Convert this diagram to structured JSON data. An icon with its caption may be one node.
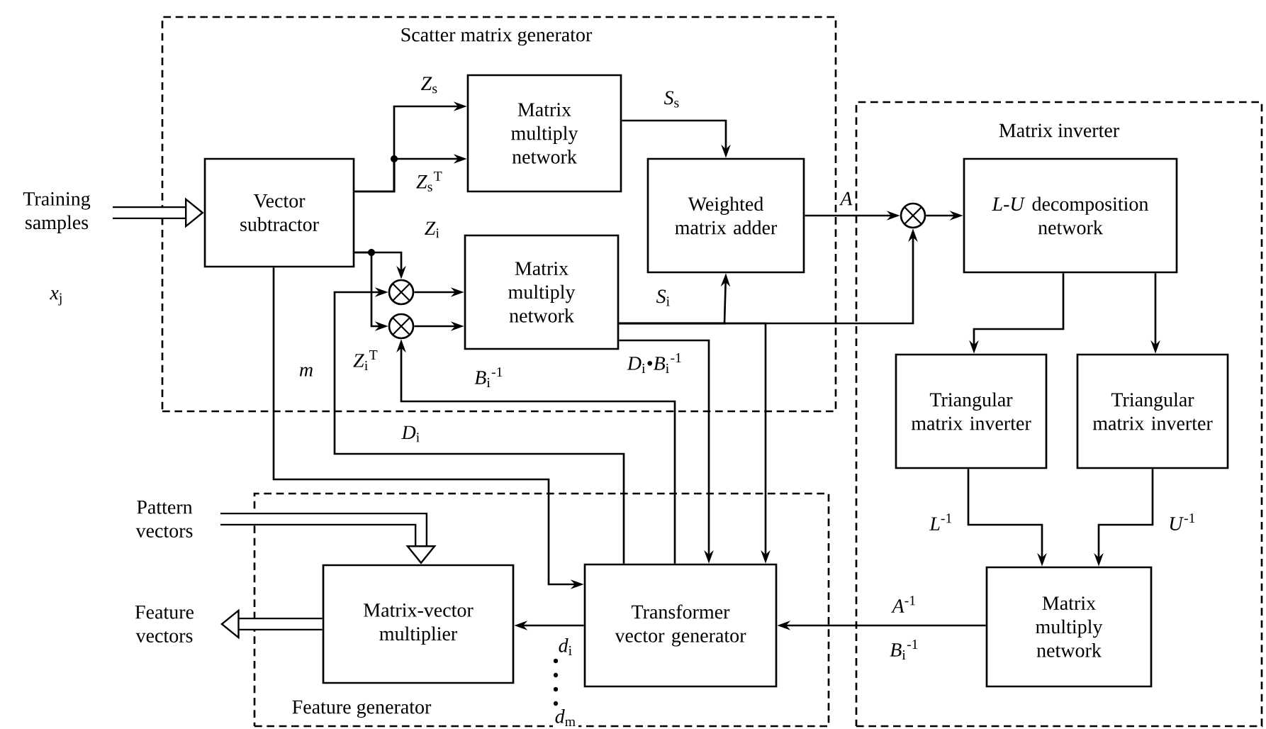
{
  "diagram": {
    "nodes": [
      {
        "text": [
          "Scatter matrix generator"
        ]
      },
      {
        "text": [
          "Vector subtractor"
        ],
        "in": 0
      },
      {
        "text": [
          "Matrix multiply network"
        ],
        "in": 0
      },
      {
        "text": [
          "Matrix multiply network"
        ],
        "in": 0
      },
      {
        "text": [
          "Weighted matrix adder"
        ],
        "in": 0
      },
      {
        "text": [],
        "shape": "circle",
        "in": 0
      },
      {
        "text": [],
        "shape": "circle",
        "in": 0
      },
      {
        "text": [
          "Matrix inverter"
        ]
      },
      {
        "text": [],
        "shape": "circle",
        "in": 7
      },
      {
        "text": [
          "*L-U* decomposition network"
        ],
        "in": 7
      },
      {
        "text": [
          "Triangular matrix inverter"
        ],
        "in": 7
      },
      {
        "text": [
          "Triangular matrix inverter"
        ],
        "in": 7
      },
      {
        "text": [
          "Matrix multiply network"
        ],
        "in": 7
      },
      {
        "text": [
          "Feature generator"
        ]
      },
      {
        "text": [
          "Matrix-vector multiplier"
        ],
        "in": 13
      },
      {
        "text": [
          "Transformer vector generator"
        ],
        "in": 13
      },
      {
        "text": [
          "Training samples"
        ],
        "beside": [
          "*x*$_{j}$"
        ]
      },
      {
        "text": [
          "Pattern vectors"
        ]
      },
      {
        "text": [
          "Feature vectors"
        ]
      }
    ],
    "edges": [
      {
        "from": 16,
        "to": 1,
        "arrow": "to",
        "style": "thick"
      },
      {
        "from": 1,
        "to": 2,
        "arrow": "to",
        "label": "*Z*$_{s}$"
      },
      {
        "from": 1,
        "to": 2,
        "arrow": "to",
        "label": "*Z*$_{s}$$^{T}$"
      },
      {
        "from": 1,
        "to": 5,
        "arrow": "to",
        "label": "*Z*$_{i}$"
      },
      {
        "from": 1,
        "to": 6,
        "arrow": "to",
        "label": "*Z*$_{i}$$^{T}$"
      },
      {
        "from": 5,
        "to": 3,
        "arrow": "to"
      },
      {
        "from": 6,
        "to": 3,
        "arrow": "to"
      },
      {
        "from": 15,
        "to": 6,
        "arrow": "to",
        "label": "*B*$_{i}$$^{-1}$"
      },
      {
        "from": 15,
        "to": 5,
        "arrow": "to",
        "label": "*D*$_{i}$"
      },
      {
        "from": 1,
        "to": 15,
        "arrow": "to",
        "label": "*m*"
      },
      {
        "from": 2,
        "to": 4,
        "arrow": "to",
        "label": "*S*$_{s}$"
      },
      {
        "from": 3,
        "to": 4,
        "arrow": "to",
        "label": "*S*$_{i}$"
      },
      {
        "from": 3,
        "to": 15,
        "arrow": "to",
        "label": "*D*$_{i}$•*B*$_{i}$$^{-1}$"
      },
      {
        "from": 3,
        "to": 8,
        "arrow": "to"
      },
      {
        "from": 3,
        "to": 15,
        "arrow": "to"
      },
      {
        "from": 4,
        "to": 8,
        "arrow": "to",
        "label": "*A*"
      },
      {
        "from": 8,
        "to": 9,
        "arrow": "to"
      },
      {
        "from": 9,
        "to": 10,
        "arrow": "to"
      },
      {
        "from": 9,
        "to": 11,
        "arrow": "to"
      },
      {
        "from": 10,
        "to": 12,
        "arrow": "to",
        "label": "*L*$^{-1}$"
      },
      {
        "from": 11,
        "to": 12,
        "arrow": "to",
        "label": "*U*$^{-1}$"
      },
      {
        "from": 12,
        "to": 15,
        "arrow": "to",
        "label": "*A*$^{-1}$"
      },
      {
        "from": 15,
        "to": 14,
        "arrow": "to"
      },
      {
        "from": 17,
        "to": 14,
        "arrow": "to",
        "style": "thick"
      },
      {
        "from": 14,
        "to": 18,
        "arrow": "to",
        "style": "thick"
      }
    ],
    "labels": [
      "*B*$_{i}$$^{-1}$",
      "*d*$_{i}$",
      "*d*$_{m}$"
    ]
  }
}
